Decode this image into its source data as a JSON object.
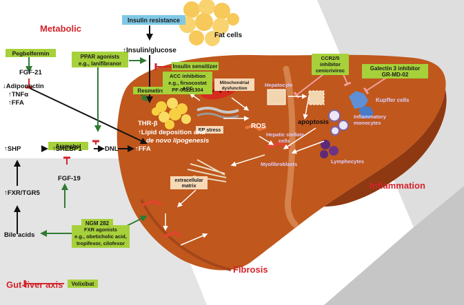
{
  "regions": {
    "metabolic": "Metabolic",
    "inflammation": "Inflammation",
    "fibrosis": "Fibrosis",
    "gut_liver": "Gut-liver axis"
  },
  "drugs": {
    "pegbelfermin": "Pegbelfermin",
    "ppar_1": "PPAR agonists",
    "ppar_2": "e.g., lanifibranor",
    "resmetirom": "Resmetirom",
    "insulin_sensitizer": "Insulin sensitizer",
    "acc_1": "ACC inhibition",
    "acc_2": "e.g., firsocostat",
    "acc_3": "PF-05221304",
    "ccr_1": "CCR2/5",
    "ccr_2": "inhibitor",
    "ccr_3": "cenicriviroc",
    "galectin_1": "Galectin 3 inhibitor",
    "galectin_2": "GR-MD-02",
    "aramchol": "Aramchol",
    "ngm": "NGM 282",
    "fxr_1": "FXR agonists",
    "fxr_2": "e.g., obeticholic acid,",
    "fxr_3": "tropifexor, cilofexor",
    "volixibat": "Volixibat"
  },
  "labels": {
    "insulin_resistance": "Insulin resistance",
    "fat_cells": "Fat cells",
    "insulin_glucose": "↑Insulin/glucose",
    "fgf21": "FGF-21",
    "adiponectin": "↓Adiponectin",
    "tnf": "↑TNFα",
    "ffa_left": "↑FFA",
    "mito_1": "Mitochondrial",
    "mito_2": "dysfunction",
    "acc": "ACC",
    "thr": "THR-β",
    "ros": "ROS",
    "er_stress": "ER stress",
    "lipid_1": "↑Lipid deposition and",
    "lipid_2": "de novo lipogenesis",
    "shp": "↑SHP",
    "srebp": "↑SREBP1",
    "dnl": "DNL",
    "ffa_liver": "↑FFA",
    "fgf19": "FGF-19",
    "fxr_tgr5": "↑FXR/TGR5",
    "bile_acids": "Bile acids",
    "ecm_1": "extracellular",
    "ecm_2": "matrix",
    "hepatocyte": "Hepatocyte",
    "apoptosis": "apoptosis",
    "kupffer": "Kupffer cells",
    "monocytes_1": "Inflammatory",
    "monocytes_2": "monocytes",
    "hsc_1": "Hepatic stellate",
    "hsc_2": "cells",
    "lymphocytes": "Lymphocytes",
    "myofibroblasts": "Myofibroblasts"
  },
  "colors": {
    "liver": "#c0571c",
    "liver_dark": "#8e3912",
    "drug_box": "#a6d13a",
    "info_box": "#f7d9b8",
    "ir_box": "#7fc8e6",
    "region_text": "#d3232a",
    "inhibit": "#d3232a",
    "activate": "#2f7a32",
    "fat": "#f7c95a"
  }
}
